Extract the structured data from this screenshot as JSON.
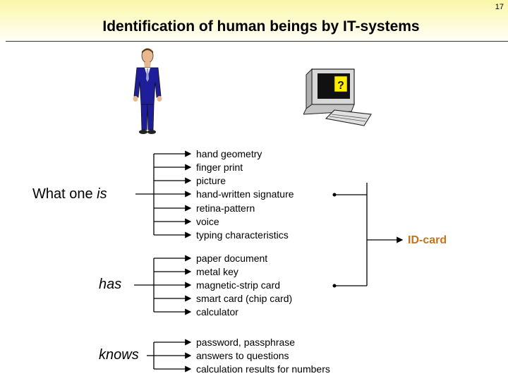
{
  "page_number": "17",
  "title": "Identification of human beings by IT-systems",
  "computer_screen_text": "?",
  "categories": {
    "is": {
      "prefix": "What one ",
      "word": "is",
      "items": [
        "hand geometry",
        "finger print",
        "picture",
        "hand-written signature",
        "retina-pattern",
        "voice",
        "typing characteristics"
      ]
    },
    "has": {
      "word": "has",
      "items": [
        "paper document",
        "metal key",
        "magnetic-strip card",
        "smart card (chip card)",
        "calculator"
      ]
    },
    "knows": {
      "word": "knows",
      "items": [
        "password, passphrase",
        "answers to questions",
        "calculation results for numbers"
      ]
    }
  },
  "id_card_label": "ID-card",
  "colors": {
    "header_band": "#fbf7a8",
    "accent": "#c7721b",
    "suit": "#1e1e9a",
    "monitor": "#d8d8d8"
  }
}
